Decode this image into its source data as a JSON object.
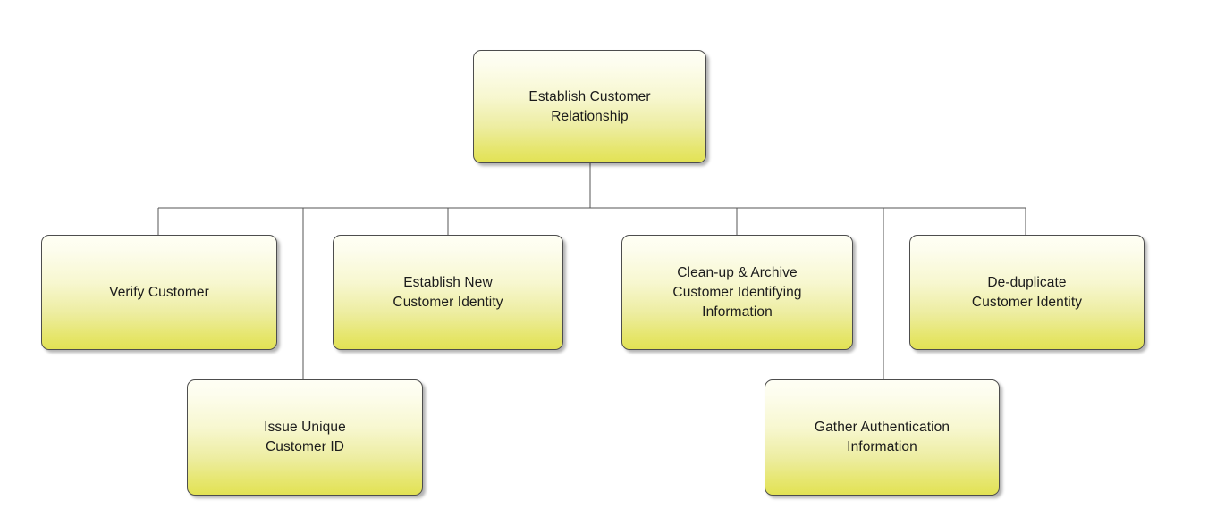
{
  "diagram": {
    "type": "organizational-breakdown-tree",
    "background_color": "#ffffff",
    "node_fill_top": "#fefef4",
    "node_fill_bottom": "#e2e254",
    "node_border_color": "#4d4d4d",
    "connector_color": "#555555",
    "text_color": "#1b1b1b"
  },
  "root": {
    "id": "establish-customer-relationship",
    "label": "Establish Customer\nRelationship"
  },
  "children": [
    {
      "id": "verify-customer",
      "label": "Verify Customer"
    },
    {
      "id": "establish-new-customer-identity",
      "label": "Establish New\nCustomer Identity"
    },
    {
      "id": "clean-up-archive-customer-identifying-information",
      "label": "Clean-up & Archive\nCustomer Identifying\nInformation"
    },
    {
      "id": "de-duplicate-customer-identity",
      "label": "De-duplicate\nCustomer Identity"
    }
  ],
  "lower": [
    {
      "id": "issue-unique-customer-id",
      "label": "Issue Unique\nCustomer ID"
    },
    {
      "id": "gather-authentication-information",
      "label": "Gather Authentication\nInformation"
    }
  ]
}
